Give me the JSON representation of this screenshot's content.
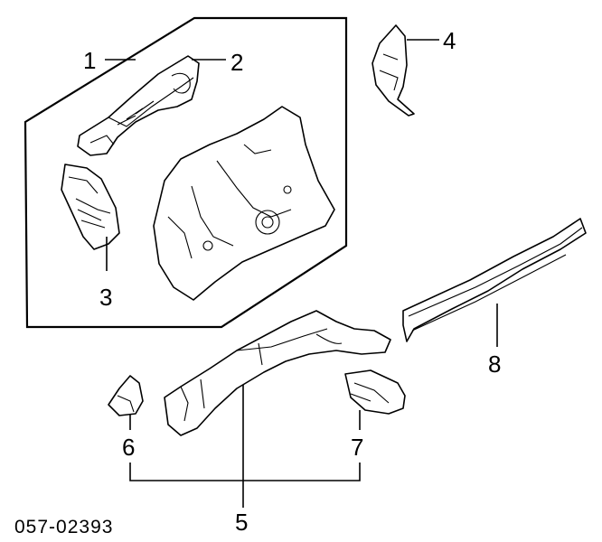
{
  "diagram": {
    "callouts": [
      {
        "number": "1"
      },
      {
        "number": "2"
      },
      {
        "number": "3"
      },
      {
        "number": "4"
      },
      {
        "number": "5"
      },
      {
        "number": "6"
      },
      {
        "number": "7"
      },
      {
        "number": "8"
      }
    ],
    "code": "057-02393",
    "colors": {
      "ink": "#000000",
      "paper": "#ffffff"
    }
  }
}
